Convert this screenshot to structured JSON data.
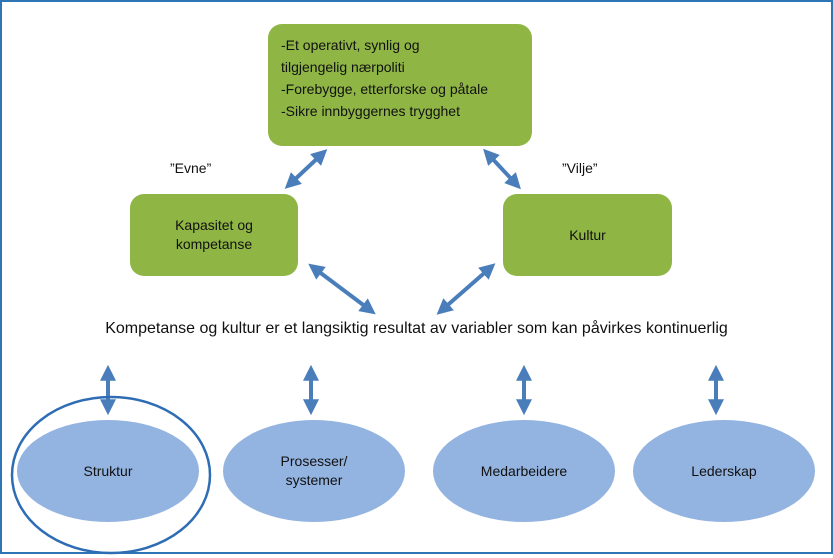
{
  "top_box": {
    "lines": [
      "-Et operativt, synlig og",
      "tilgjengelig nærpoliti",
      "-Forebygge, etterforske og påtale",
      "-Sikre innbyggernes trygghet"
    ]
  },
  "left_box": {
    "line1": "Kapasitet og",
    "line2": "kompetanse"
  },
  "right_box": {
    "label": "Kultur"
  },
  "quote_left": "”Evne”",
  "quote_right": "”Vilje”",
  "statement": "Kompetanse og kultur er et langsiktig resultat av variabler som kan påvirkes kontinuerlig",
  "ellipses": [
    {
      "line1": "Struktur",
      "line2": ""
    },
    {
      "line1": "Prosesser/",
      "line2": "systemer"
    },
    {
      "line1": "Medarbeidere",
      "line2": ""
    },
    {
      "line1": "Lederskap",
      "line2": ""
    }
  ],
  "colors": {
    "green_box": "#8fb545",
    "blue_ellipse": "#93b3e0",
    "arrow": "#4a7ebb",
    "frame": "#2e75b6",
    "highlight_circle": "#2e6db4"
  }
}
